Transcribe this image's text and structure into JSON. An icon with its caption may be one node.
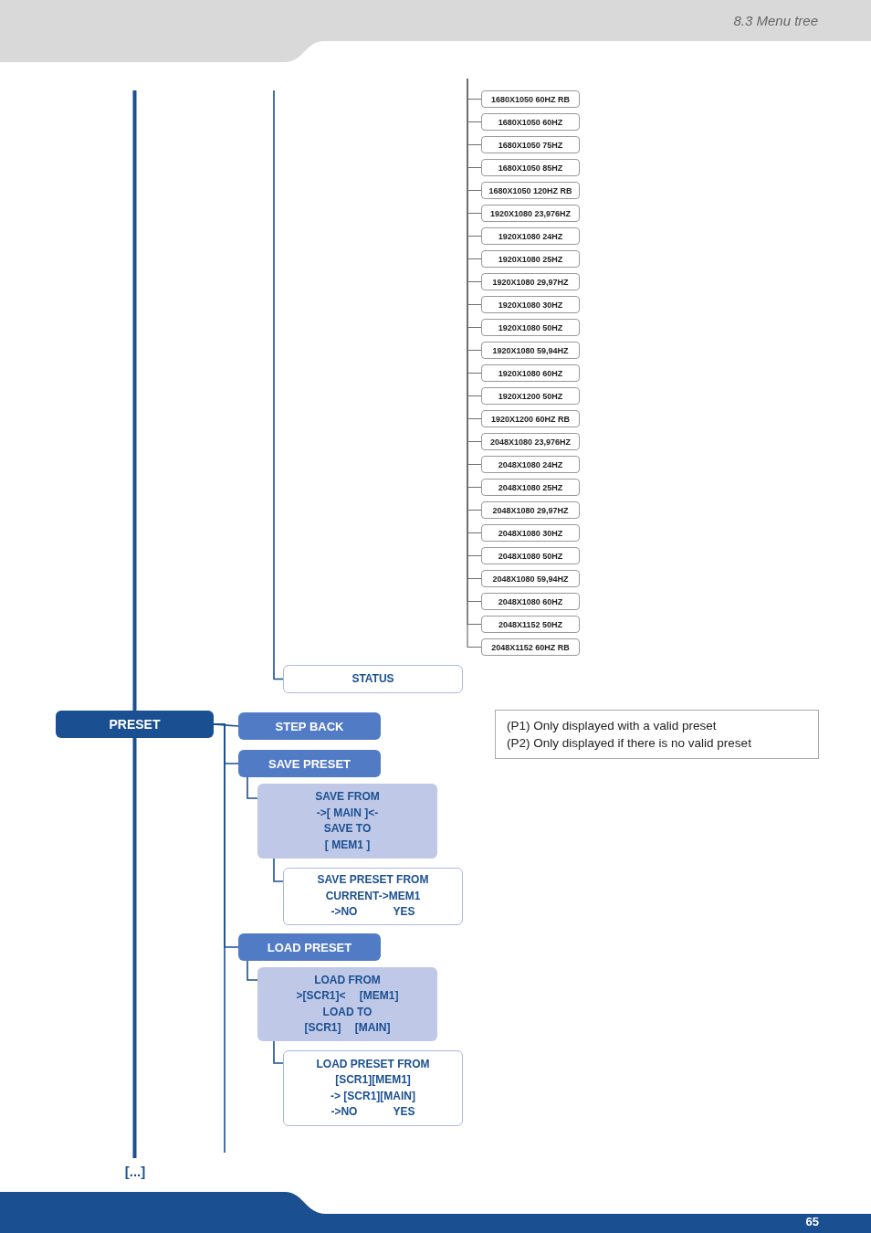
{
  "diagram": {
    "nodes": [
      {
        "text": [
          "1680X1050 60HZ RB"
        ]
      },
      {
        "text": [
          "1680X1050 60HZ"
        ]
      },
      {
        "text": [
          "1680X1050 75HZ"
        ]
      },
      {
        "text": [
          "1680X1050 85HZ"
        ]
      },
      {
        "text": [
          "1680X1050 120HZ RB"
        ]
      },
      {
        "text": [
          "1920X1080 23,976HZ"
        ]
      },
      {
        "text": [
          "1920X1080 24HZ"
        ]
      },
      {
        "text": [
          "1920X1080 25HZ"
        ]
      },
      {
        "text": [
          "1920X1080 29,97HZ"
        ]
      },
      {
        "text": [
          "1920X1080 30HZ"
        ]
      },
      {
        "text": [
          "1920X1080 50HZ"
        ]
      },
      {
        "text": [
          "1920X1080 59,94HZ"
        ]
      },
      {
        "text": [
          "1920X1080 60HZ"
        ]
      },
      {
        "text": [
          "1920X1200 50HZ"
        ]
      },
      {
        "text": [
          "1920X1200 60HZ RB"
        ]
      },
      {
        "text": [
          "2048X1080 23,976HZ"
        ]
      },
      {
        "text": [
          "2048X1080 24HZ"
        ]
      },
      {
        "text": [
          "2048X1080 25HZ"
        ]
      },
      {
        "text": [
          "2048X1080 29,97HZ"
        ]
      },
      {
        "text": [
          "2048X1080 30HZ"
        ]
      },
      {
        "text": [
          "2048X1080 50HZ"
        ]
      },
      {
        "text": [
          "2048X1080 59,94HZ"
        ]
      },
      {
        "text": [
          "2048X1080 60HZ"
        ]
      },
      {
        "text": [
          "2048X1152 50HZ"
        ]
      },
      {
        "text": [
          "2048X1152 60HZ RB"
        ]
      },
      {
        "text": [
          "STATUS"
        ]
      },
      {
        "text": [
          "PRESET"
        ]
      },
      {
        "text": [
          "STEP BACK"
        ]
      },
      {
        "text": [
          "SAVE PRESET"
        ]
      },
      {
        "text": [
          "SAVE FROM",
          "->[ MAIN ]<-",
          "SAVE TO",
          "[ MEM1 ]"
        ]
      },
      {
        "text": [
          "SAVE PRESET FROM",
          "CURRENT->MEM1",
          "->NO YES"
        ]
      },
      {
        "text": [
          "LOAD PRESET"
        ]
      },
      {
        "text": [
          "LOAD FROM",
          ">[SCR1]< [MEM1]",
          "LOAD TO",
          "[SCR1] [MAIN]"
        ]
      },
      {
        "text": [
          "LOAD PRESET FROM",
          "[SCR1][MEM1]",
          "-> [SCR1][MAIN]",
          "->NO YES"
        ]
      },
      {
        "text": [
          "(P1) Only displayed with a valid preset",
          "(P2) Only displayed if there is no valid preset"
        ]
      },
      {
        "text": [
          "[...]"
        ]
      }
    ],
    "edges": [
      {
        "from": null,
        "to": 0,
        "arrow": "none"
      },
      {
        "from": null,
        "to": 1,
        "arrow": "none"
      },
      {
        "from": null,
        "to": 2,
        "arrow": "none"
      },
      {
        "from": null,
        "to": 3,
        "arrow": "none"
      },
      {
        "from": null,
        "to": 4,
        "arrow": "none"
      },
      {
        "from": null,
        "to": 5,
        "arrow": "none"
      },
      {
        "from": null,
        "to": 6,
        "arrow": "none"
      },
      {
        "from": null,
        "to": 7,
        "arrow": "none"
      },
      {
        "from": null,
        "to": 8,
        "arrow": "none"
      },
      {
        "from": null,
        "to": 9,
        "arrow": "none"
      },
      {
        "from": null,
        "to": 10,
        "arrow": "none"
      },
      {
        "from": null,
        "to": 11,
        "arrow": "none"
      },
      {
        "from": null,
        "to": 12,
        "arrow": "none"
      },
      {
        "from": null,
        "to": 13,
        "arrow": "none"
      },
      {
        "from": null,
        "to": 14,
        "arrow": "none"
      },
      {
        "from": null,
        "to": 15,
        "arrow": "none"
      },
      {
        "from": null,
        "to": 16,
        "arrow": "none"
      },
      {
        "from": null,
        "to": 17,
        "arrow": "none"
      },
      {
        "from": null,
        "to": 18,
        "arrow": "none"
      },
      {
        "from": null,
        "to": 19,
        "arrow": "none"
      },
      {
        "from": null,
        "to": 20,
        "arrow": "none"
      },
      {
        "from": null,
        "to": 21,
        "arrow": "none"
      },
      {
        "from": null,
        "to": 22,
        "arrow": "none"
      },
      {
        "from": null,
        "to": 23,
        "arrow": "none"
      },
      {
        "from": null,
        "to": 24,
        "arrow": "none"
      },
      {
        "from": null,
        "to": 25,
        "arrow": "none",
        "color": "#1a4f91"
      },
      {
        "from": null,
        "to": 26,
        "arrow": "none",
        "style": "thick",
        "color": "#1a4f91"
      },
      {
        "from": 26,
        "to": 35,
        "arrow": "none",
        "style": "thick",
        "color": "#1a4f91"
      },
      {
        "from": 26,
        "to": 27,
        "arrow": "none",
        "color": "#1a4f91"
      },
      {
        "from": 26,
        "to": 28,
        "arrow": "none",
        "color": "#1a4f91"
      },
      {
        "from": 26,
        "to": 31,
        "arrow": "none",
        "color": "#1a4f91"
      },
      {
        "from": 26,
        "to": null,
        "arrow": "none",
        "color": "#1a4f91"
      },
      {
        "from": 28,
        "to": 29,
        "arrow": "none",
        "color": "#1a4f91"
      },
      {
        "from": 29,
        "to": 30,
        "arrow": "none",
        "color": "#1a4f91"
      },
      {
        "from": 31,
        "to": 32,
        "arrow": "none",
        "color": "#1a4f91"
      },
      {
        "from": 32,
        "to": 33,
        "arrow": "none",
        "color": "#1a4f91"
      }
    ],
    "labels": [
      "8.3 Menu tree",
      "65"
    ]
  }
}
